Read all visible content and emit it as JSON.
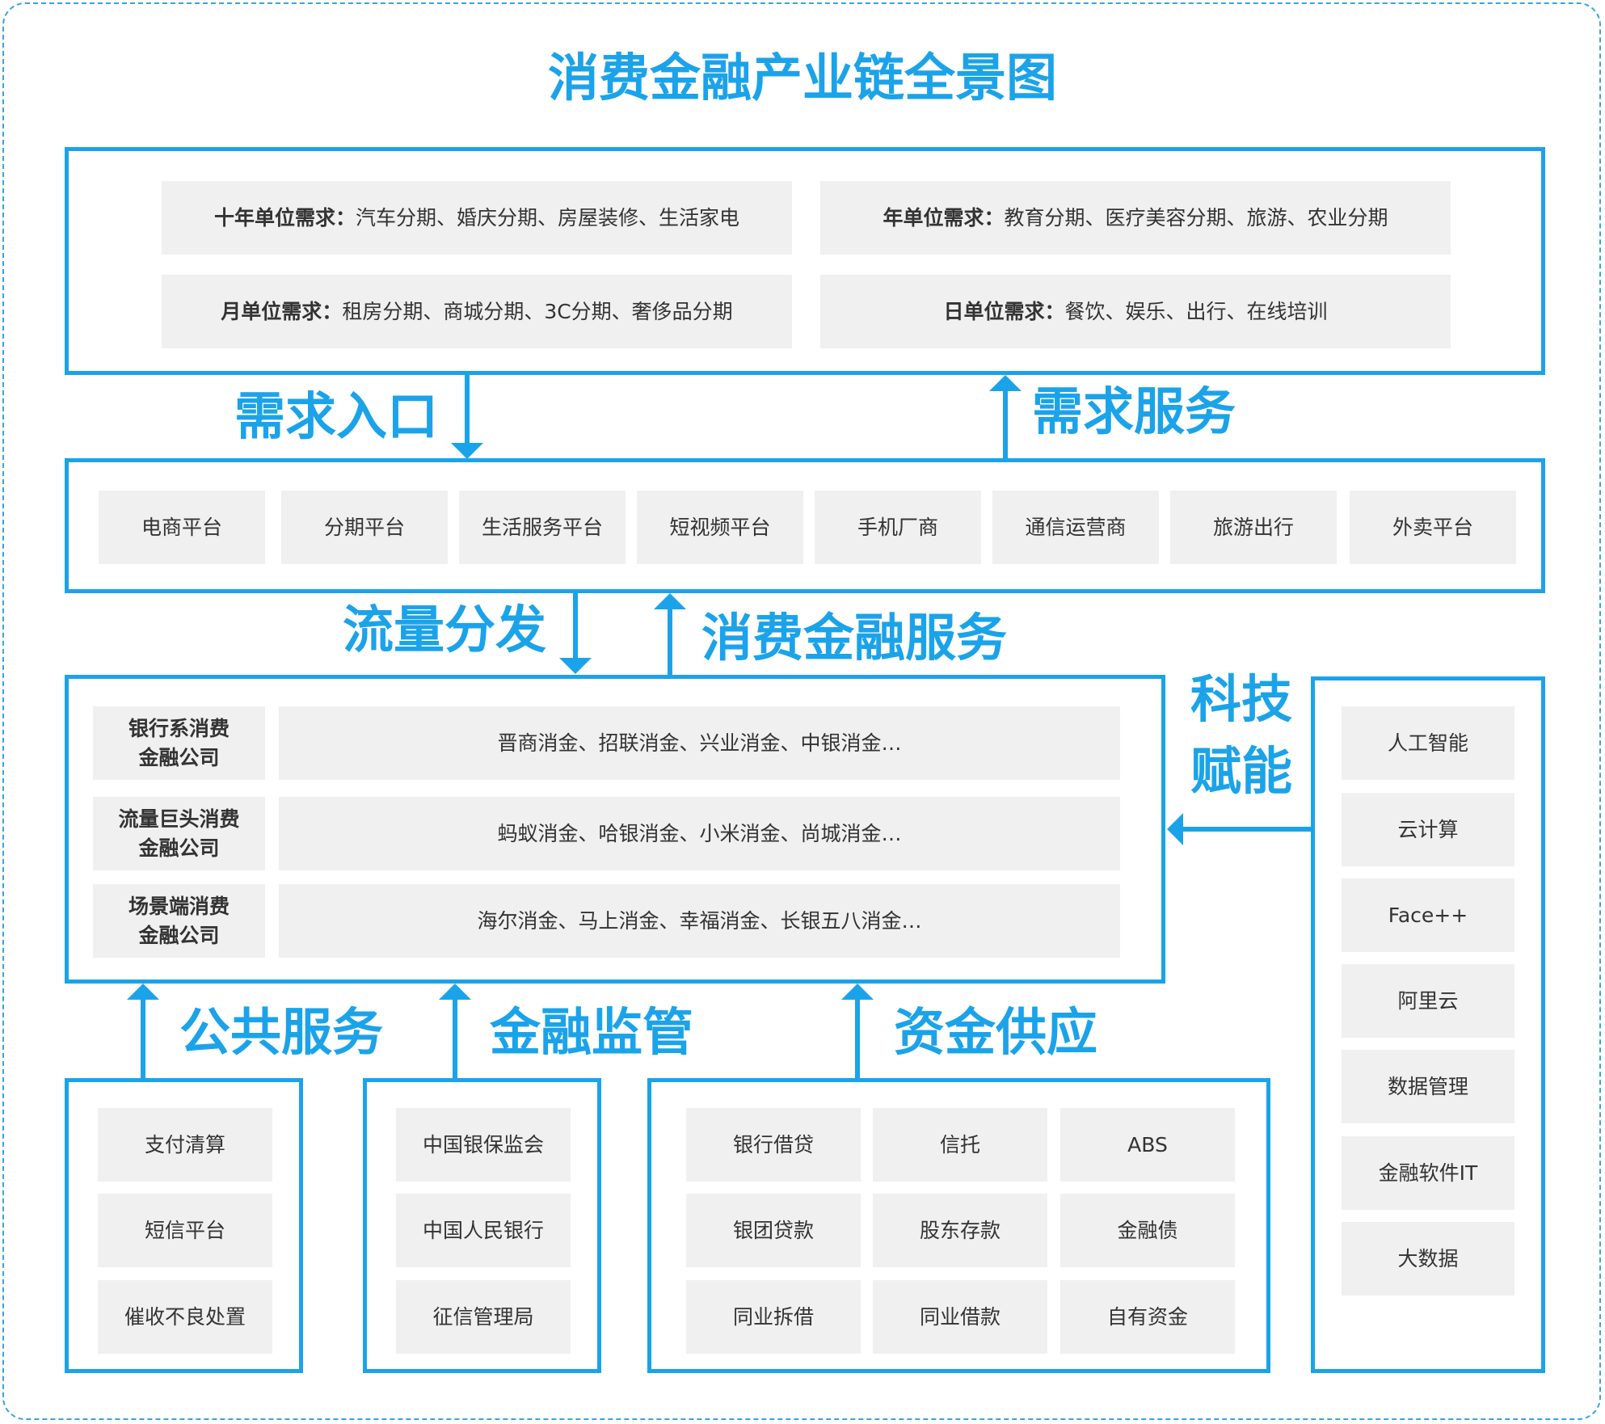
{
  "title": "消费金融产业链全景图",
  "demand": [
    {
      "key": "十年单位需求：",
      "text": "汽车分期、婚庆分期、房屋装修、生活家电"
    },
    {
      "key": "年单位需求：",
      "text": "教育分期、医疗美容分期、旅游、农业分期"
    },
    {
      "key": "月单位需求：",
      "text": "租房分期、商城分期、3C分期、奢侈品分期"
    },
    {
      "key": "日单位需求：",
      "text": "餐饮、娱乐、出行、在线培训"
    }
  ],
  "labels": {
    "demand_entry": "需求入口",
    "demand_service": "需求服务",
    "traffic": "流量分发",
    "cf_service": "消费金融服务",
    "tech": [
      "科技",
      "赋能"
    ],
    "public": "公共服务",
    "regulation": "金融监管",
    "funding": "资金供应"
  },
  "platforms": [
    "电商平台",
    "分期平台",
    "生活服务平台",
    "短视频平台",
    "手机厂商",
    "通信运营商",
    "旅游出行",
    "外卖平台"
  ],
  "companies": [
    {
      "type": [
        "银行系消费",
        "金融公司"
      ],
      "names": "晋商消金、招联消金、兴业消金、中银消金…"
    },
    {
      "type": [
        "流量巨头消费",
        "金融公司"
      ],
      "names": "蚂蚁消金、哈银消金、小米消金、尚城消金…"
    },
    {
      "type": [
        "场景端消费",
        "金融公司"
      ],
      "names": "海尔消金、马上消金、幸福消金、长银五八消金…"
    }
  ],
  "tech_items": [
    "人工智能",
    "云计算",
    "Face++",
    "阿里云",
    "数据管理",
    "金融软件IT",
    "大数据"
  ],
  "public_items": [
    "支付清算",
    "短信平台",
    "催收不良处置"
  ],
  "regulation_items": [
    "中国银保监会",
    "中国人民银行",
    "征信管理局"
  ],
  "funding_items": [
    "银行借贷",
    "信托",
    "ABS",
    "银团贷款",
    "股东存款",
    "金融债",
    "同业拆借",
    "同业借款",
    "自有资金"
  ],
  "colors": {
    "accent": "#1ba3ea",
    "cell_bg": "#f0f0f0",
    "text": "#333333"
  }
}
